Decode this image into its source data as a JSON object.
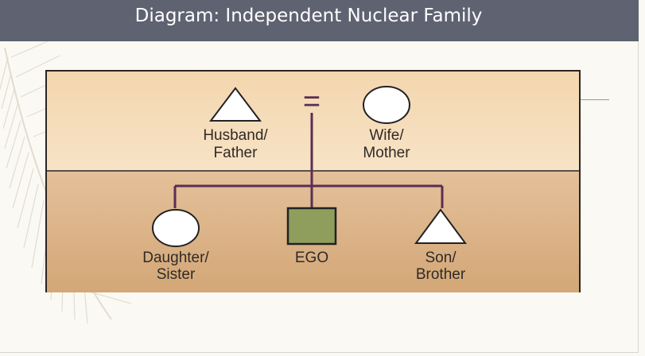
{
  "slide": {
    "title": "Diagram: Independent Nuclear Family"
  },
  "colors": {
    "title_bar": "#5f6271",
    "panel_top": "#f6ddb8",
    "panel_bottom": "#d9b084",
    "kin_line": "#5a2e55",
    "ego_fill": "#8f9e5c"
  },
  "diagram": {
    "parents": {
      "husband": {
        "line1": "Husband/",
        "line2": "Father",
        "symbol": "triangle"
      },
      "marriage_symbol": "=",
      "wife": {
        "line1": "Wife/",
        "line2": "Mother",
        "symbol": "circle"
      }
    },
    "children": {
      "daughter": {
        "line1": "Daughter/",
        "line2": "Sister",
        "symbol": "circle"
      },
      "ego": {
        "label": "EGO",
        "symbol": "square"
      },
      "son": {
        "line1": "Son/",
        "line2": "Brother",
        "symbol": "triangle"
      }
    }
  }
}
